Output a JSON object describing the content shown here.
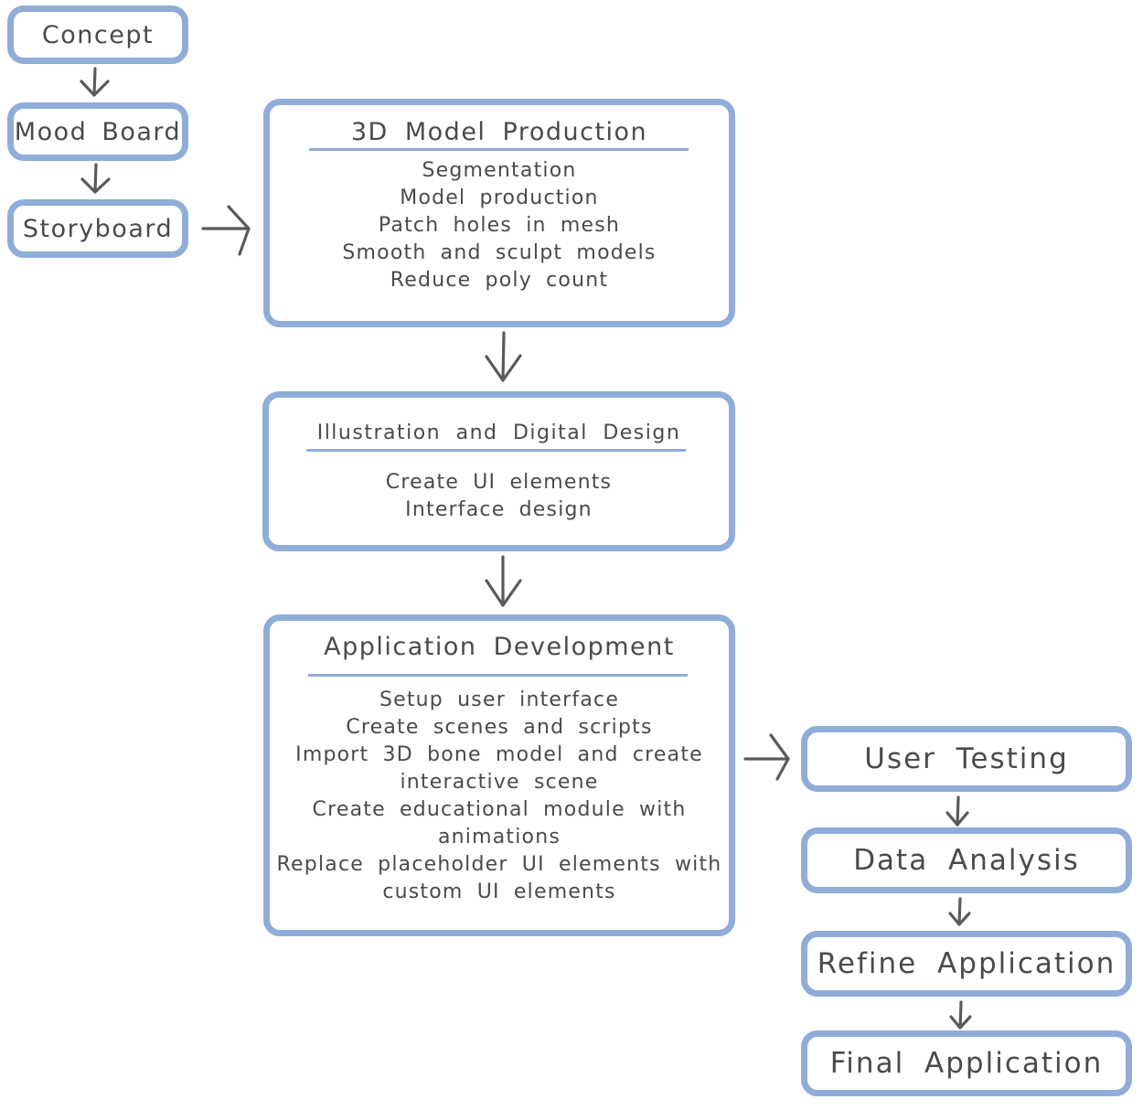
{
  "left_column": {
    "concept": "Concept",
    "mood_board": "Mood Board",
    "storyboard": "Storyboard"
  },
  "stage_3d": {
    "title": "3D Model Production",
    "items": [
      "Segmentation",
      "Model production",
      "Patch holes in mesh",
      "Smooth and sculpt models",
      "Reduce poly count"
    ]
  },
  "stage_design": {
    "title": "Illustration and Digital Design",
    "items": [
      "Create UI elements",
      "Interface design"
    ]
  },
  "stage_dev": {
    "title": "Application Development",
    "items": [
      "Setup user interface",
      "Create scenes and scripts",
      "Import 3D bone model and create",
      "interactive scene",
      "Create educational module with",
      "animations",
      "Replace placeholder UI elements with",
      "custom UI elements"
    ]
  },
  "right_column": {
    "user_testing": "User Testing",
    "data_analysis": "Data Analysis",
    "refine_application": "Refine Application",
    "final_application": "Final Application"
  },
  "colors": {
    "box_border": "#8fadd8",
    "text": "#4a4a4a",
    "arrow": "#5a5a5a"
  }
}
